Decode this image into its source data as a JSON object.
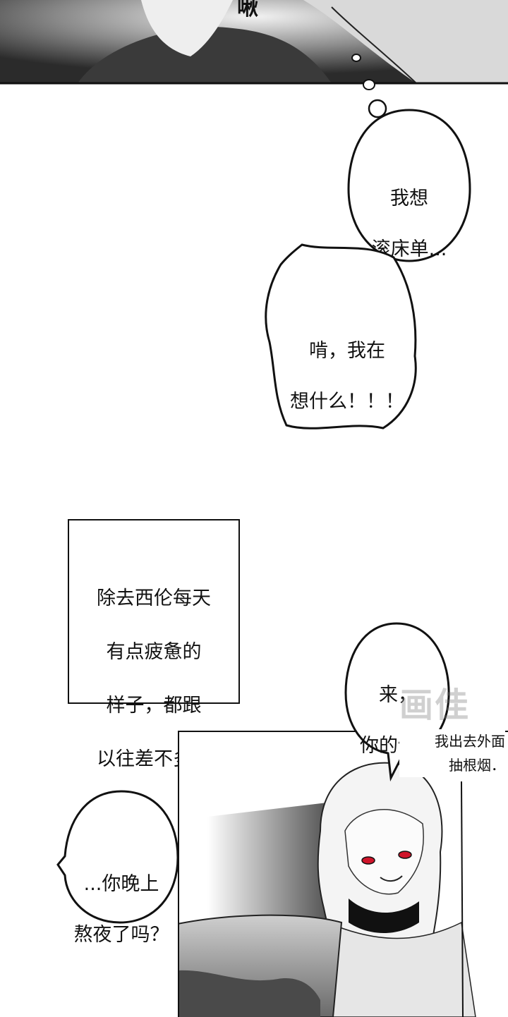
{
  "top_panel": {
    "sfx": "啾"
  },
  "bubble_thought": {
    "lines": [
      "我想",
      "滚床单..."
    ]
  },
  "bubble_shout": {
    "lines": [
      "啃，我在",
      "想什么！！！"
    ]
  },
  "narration_box": {
    "lines": [
      "除去西伦每天",
      "有点疲惫的",
      "样子，都跟",
      "以往差不多。"
    ]
  },
  "bubble_offer": {
    "lines": [
      "来，",
      "你的饭。"
    ]
  },
  "side_caption": {
    "lines": [
      "我出去外面",
      "抽根烟．"
    ]
  },
  "bubble_question": {
    "lines": [
      "...你晚上",
      "熬夜了吗？"
    ]
  },
  "watermark": {
    "text": "画佳"
  },
  "colors": {
    "ink": "#111111",
    "paper": "#ffffff",
    "eye_red": "#d0142a"
  }
}
